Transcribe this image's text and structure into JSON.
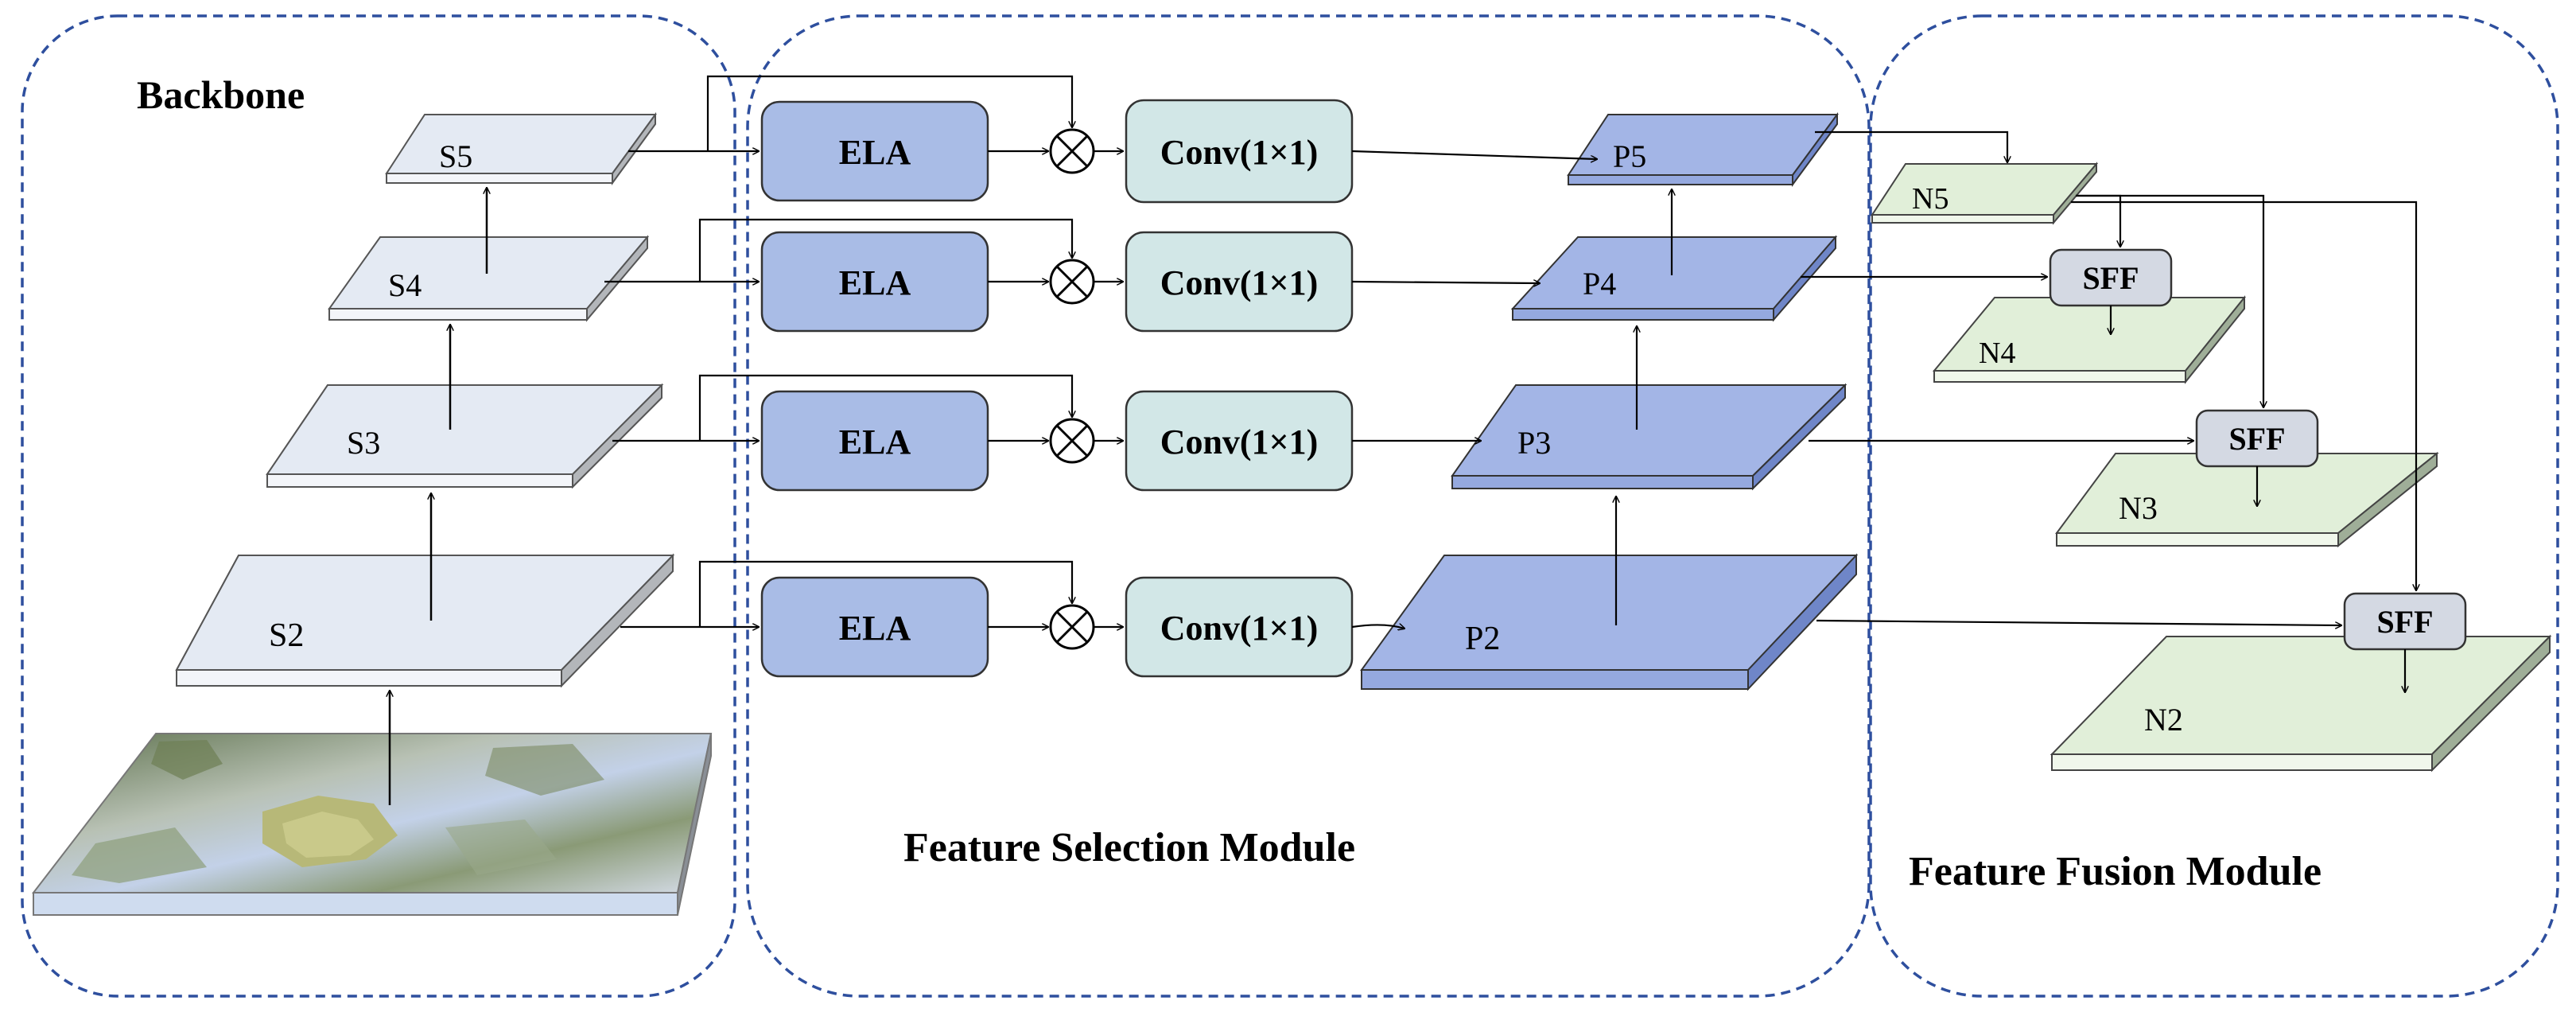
{
  "modules": {
    "backbone": "Backbone",
    "selection": "Feature Selection Module",
    "fusion": "Feature Fusion Module"
  },
  "backbone_levels": [
    "S2",
    "S3",
    "S4",
    "S5"
  ],
  "pyramid_levels": [
    "P2",
    "P3",
    "P4",
    "P5"
  ],
  "fusion_levels": [
    "N2",
    "N3",
    "N4",
    "N5"
  ],
  "ela_label": "ELA",
  "conv_label": "Conv(1×1)",
  "sff_label": "SFF",
  "colors": {
    "module_border": "#2e4f9e",
    "backbone_plate": "#e4eaf3",
    "pyramid_plate": "#a3b5e6",
    "fusion_plate": "#e1efd9",
    "ela_box": "#a9bce6",
    "conv_box": "#d2e7e7",
    "sff_box": "#d4d9e3"
  }
}
